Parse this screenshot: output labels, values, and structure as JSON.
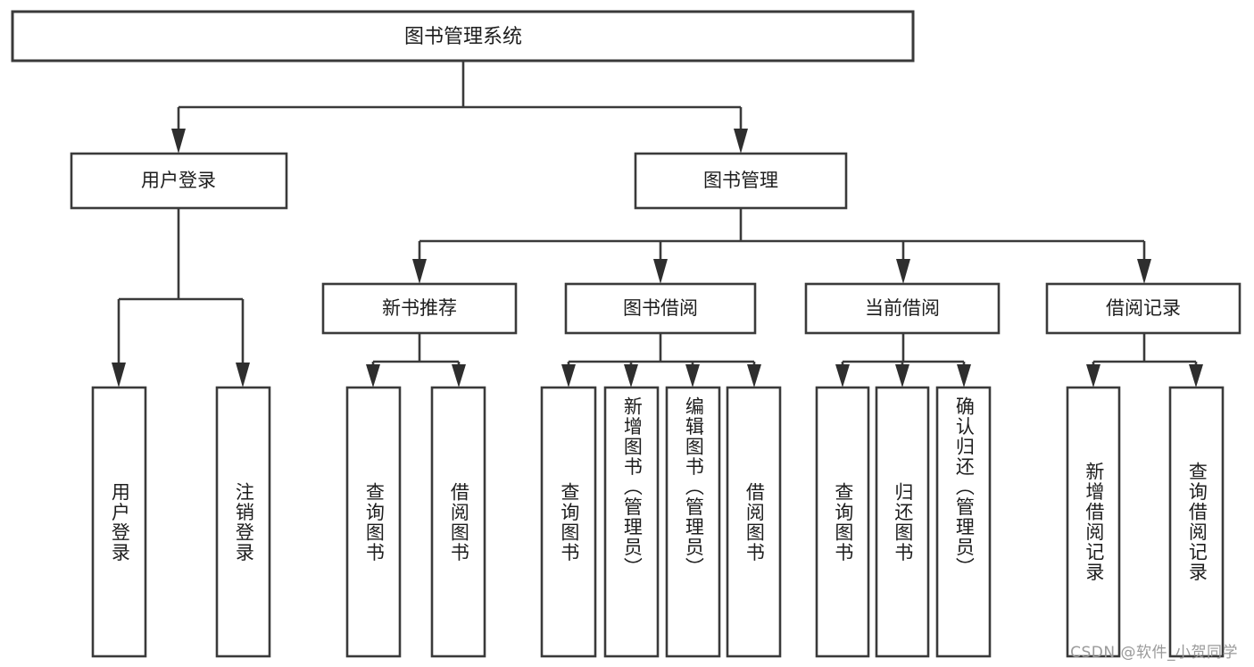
{
  "diagram": {
    "title": "图书管理系统",
    "type": "tree-hierarchy",
    "orientation": "top-down",
    "colors": {
      "box_stroke": "#3a3a3a",
      "box_fill": "#ffffff",
      "edge": "#3a3a3a",
      "arrow": "#2e2e2e",
      "text": "#1d1d1d",
      "watermark": "#9a9a9a",
      "background": "#ffffff"
    },
    "root": {
      "label": "图书管理系统",
      "orientation": "horizontal"
    },
    "level1": [
      {
        "label": "用户登录",
        "orientation": "horizontal"
      },
      {
        "label": "图书管理",
        "orientation": "horizontal"
      }
    ],
    "level2": [
      {
        "label": "新书推荐",
        "orientation": "horizontal"
      },
      {
        "label": "图书借阅",
        "orientation": "horizontal"
      },
      {
        "label": "当前借阅",
        "orientation": "horizontal"
      },
      {
        "label": "借阅记录",
        "orientation": "horizontal"
      }
    ],
    "leaves": {
      "user_login": [
        {
          "label": "用户登录",
          "orientation": "vertical"
        },
        {
          "label": "注销登录",
          "orientation": "vertical"
        }
      ],
      "new_book_recommend": [
        {
          "label": "查询图书",
          "orientation": "vertical"
        },
        {
          "label": "借阅图书",
          "orientation": "vertical"
        }
      ],
      "book_borrow": [
        {
          "label": "查询图书",
          "orientation": "vertical"
        },
        {
          "label": "新增图书（管理员）",
          "orientation": "vertical"
        },
        {
          "label": "编辑图书（管理员）",
          "orientation": "vertical"
        },
        {
          "label": "借阅图书",
          "orientation": "vertical"
        }
      ],
      "current_borrow": [
        {
          "label": "查询图书",
          "orientation": "vertical"
        },
        {
          "label": "归还图书",
          "orientation": "vertical"
        },
        {
          "label": "确认归还（管理员）",
          "orientation": "vertical"
        }
      ],
      "borrow_record": [
        {
          "label": "新增借阅记录",
          "orientation": "vertical"
        },
        {
          "label": "查询借阅记录",
          "orientation": "vertical"
        }
      ]
    }
  },
  "watermark": {
    "text": "CSDN @软件_小贺同学"
  }
}
